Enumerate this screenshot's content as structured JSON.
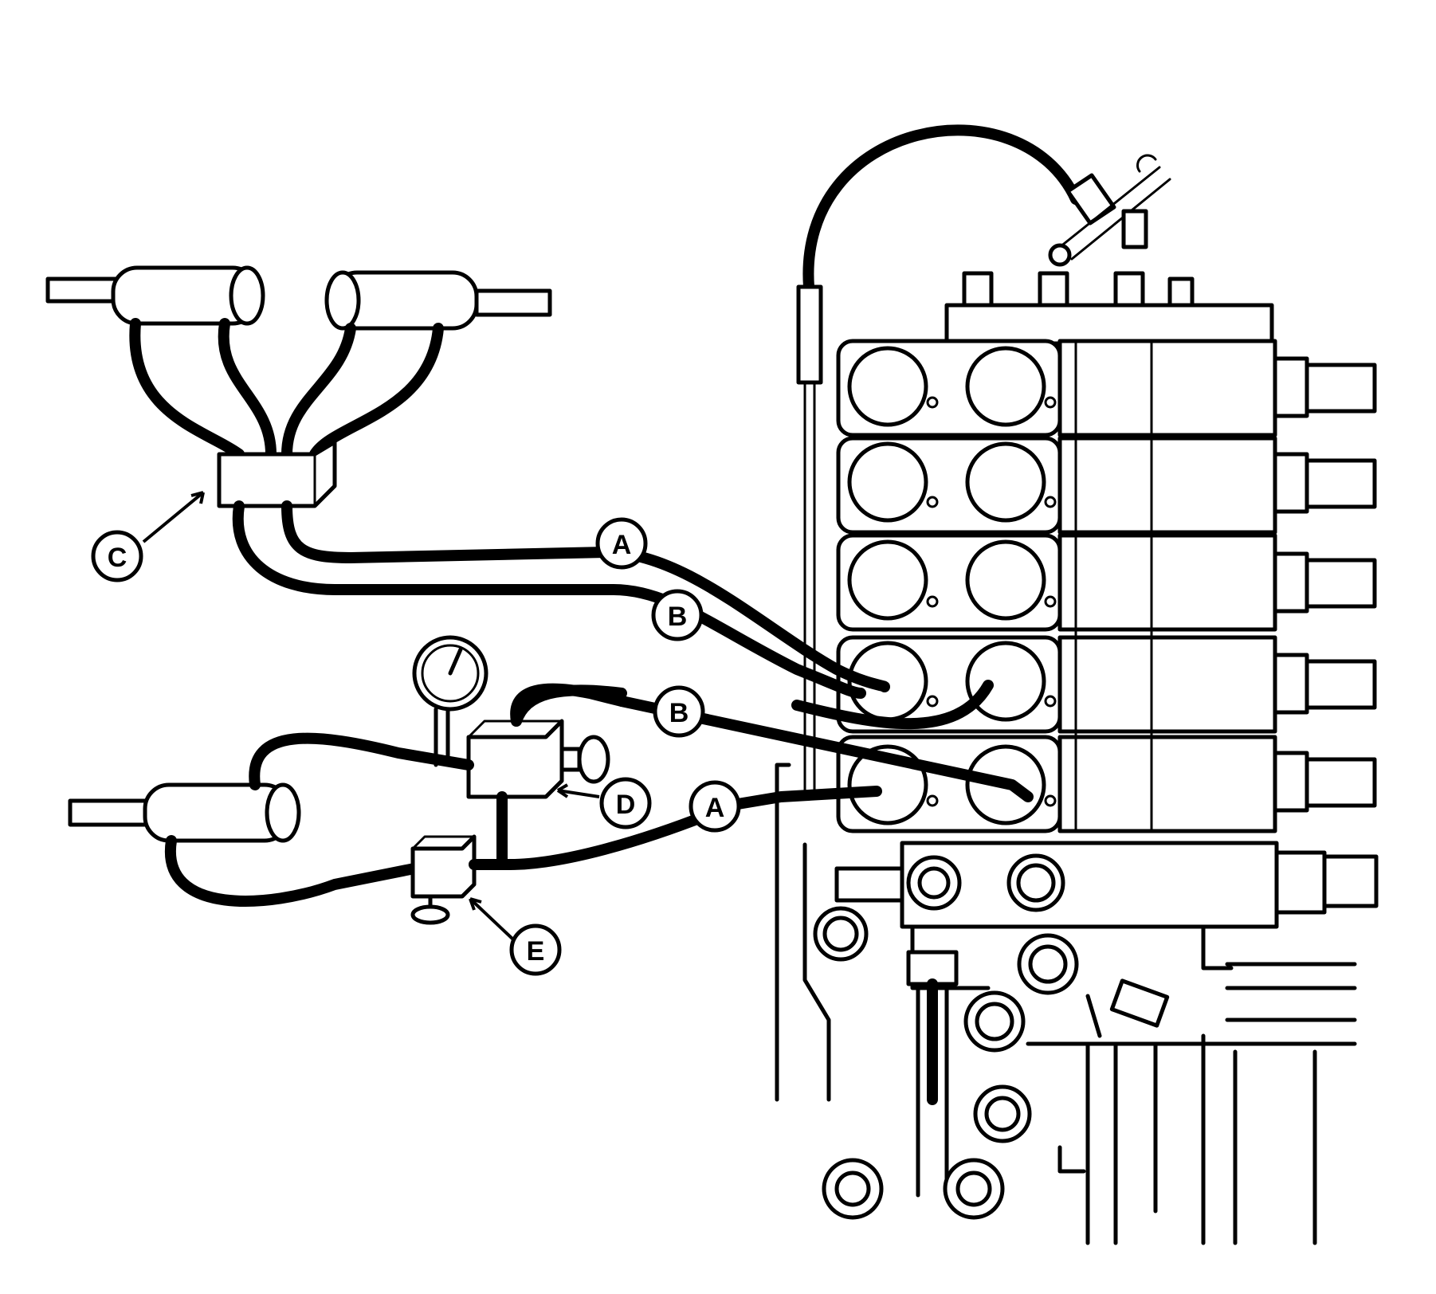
{
  "callouts": {
    "a1": "A",
    "b1": "B",
    "b2": "B",
    "a2": "A",
    "c": "C",
    "d": "D",
    "e": "E"
  }
}
